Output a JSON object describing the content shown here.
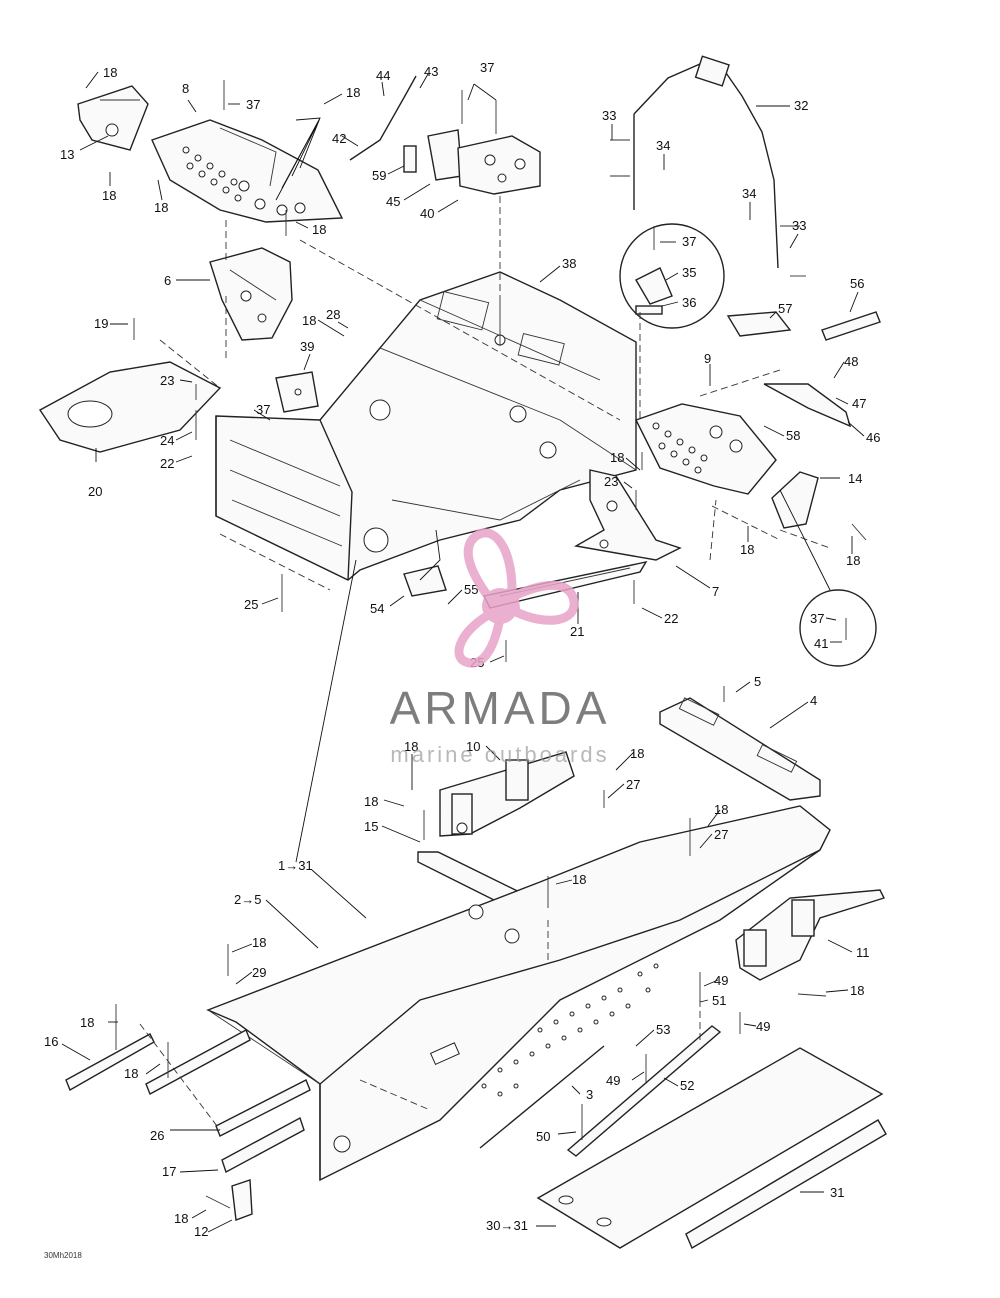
{
  "diagram": {
    "code": "30Mh2018",
    "labels": [
      "18",
      "37",
      "8",
      "13",
      "18",
      "18",
      "44",
      "43",
      "18",
      "42",
      "59",
      "45",
      "37",
      "40",
      "32",
      "33",
      "34",
      "34",
      "33",
      "18",
      "6",
      "38",
      "37",
      "35",
      "36",
      "56",
      "57",
      "19",
      "28",
      "18",
      "39",
      "9",
      "48",
      "47",
      "46",
      "58",
      "23",
      "20",
      "24",
      "22",
      "37",
      "18",
      "23",
      "14",
      "18",
      "18",
      "25",
      "54",
      "55",
      "21",
      "22",
      "7",
      "37",
      "41",
      "25",
      "5",
      "4",
      "18",
      "10",
      "18",
      "27",
      "18",
      "15",
      "18",
      "27",
      "1→31",
      "18",
      "2→5",
      "11",
      "18",
      "29",
      "18",
      "49",
      "51",
      "49",
      "53",
      "16",
      "18",
      "49",
      "52",
      "26",
      "3",
      "50",
      "17",
      "31",
      "18",
      "12",
      "30→31"
    ],
    "colors": {
      "line": "#222222",
      "watermark_pink": "#e8a3c8",
      "watermark_gray": "#6f6f6f"
    }
  },
  "watermark": {
    "brand": "ARMADA",
    "tagline": "marine outboards"
  }
}
